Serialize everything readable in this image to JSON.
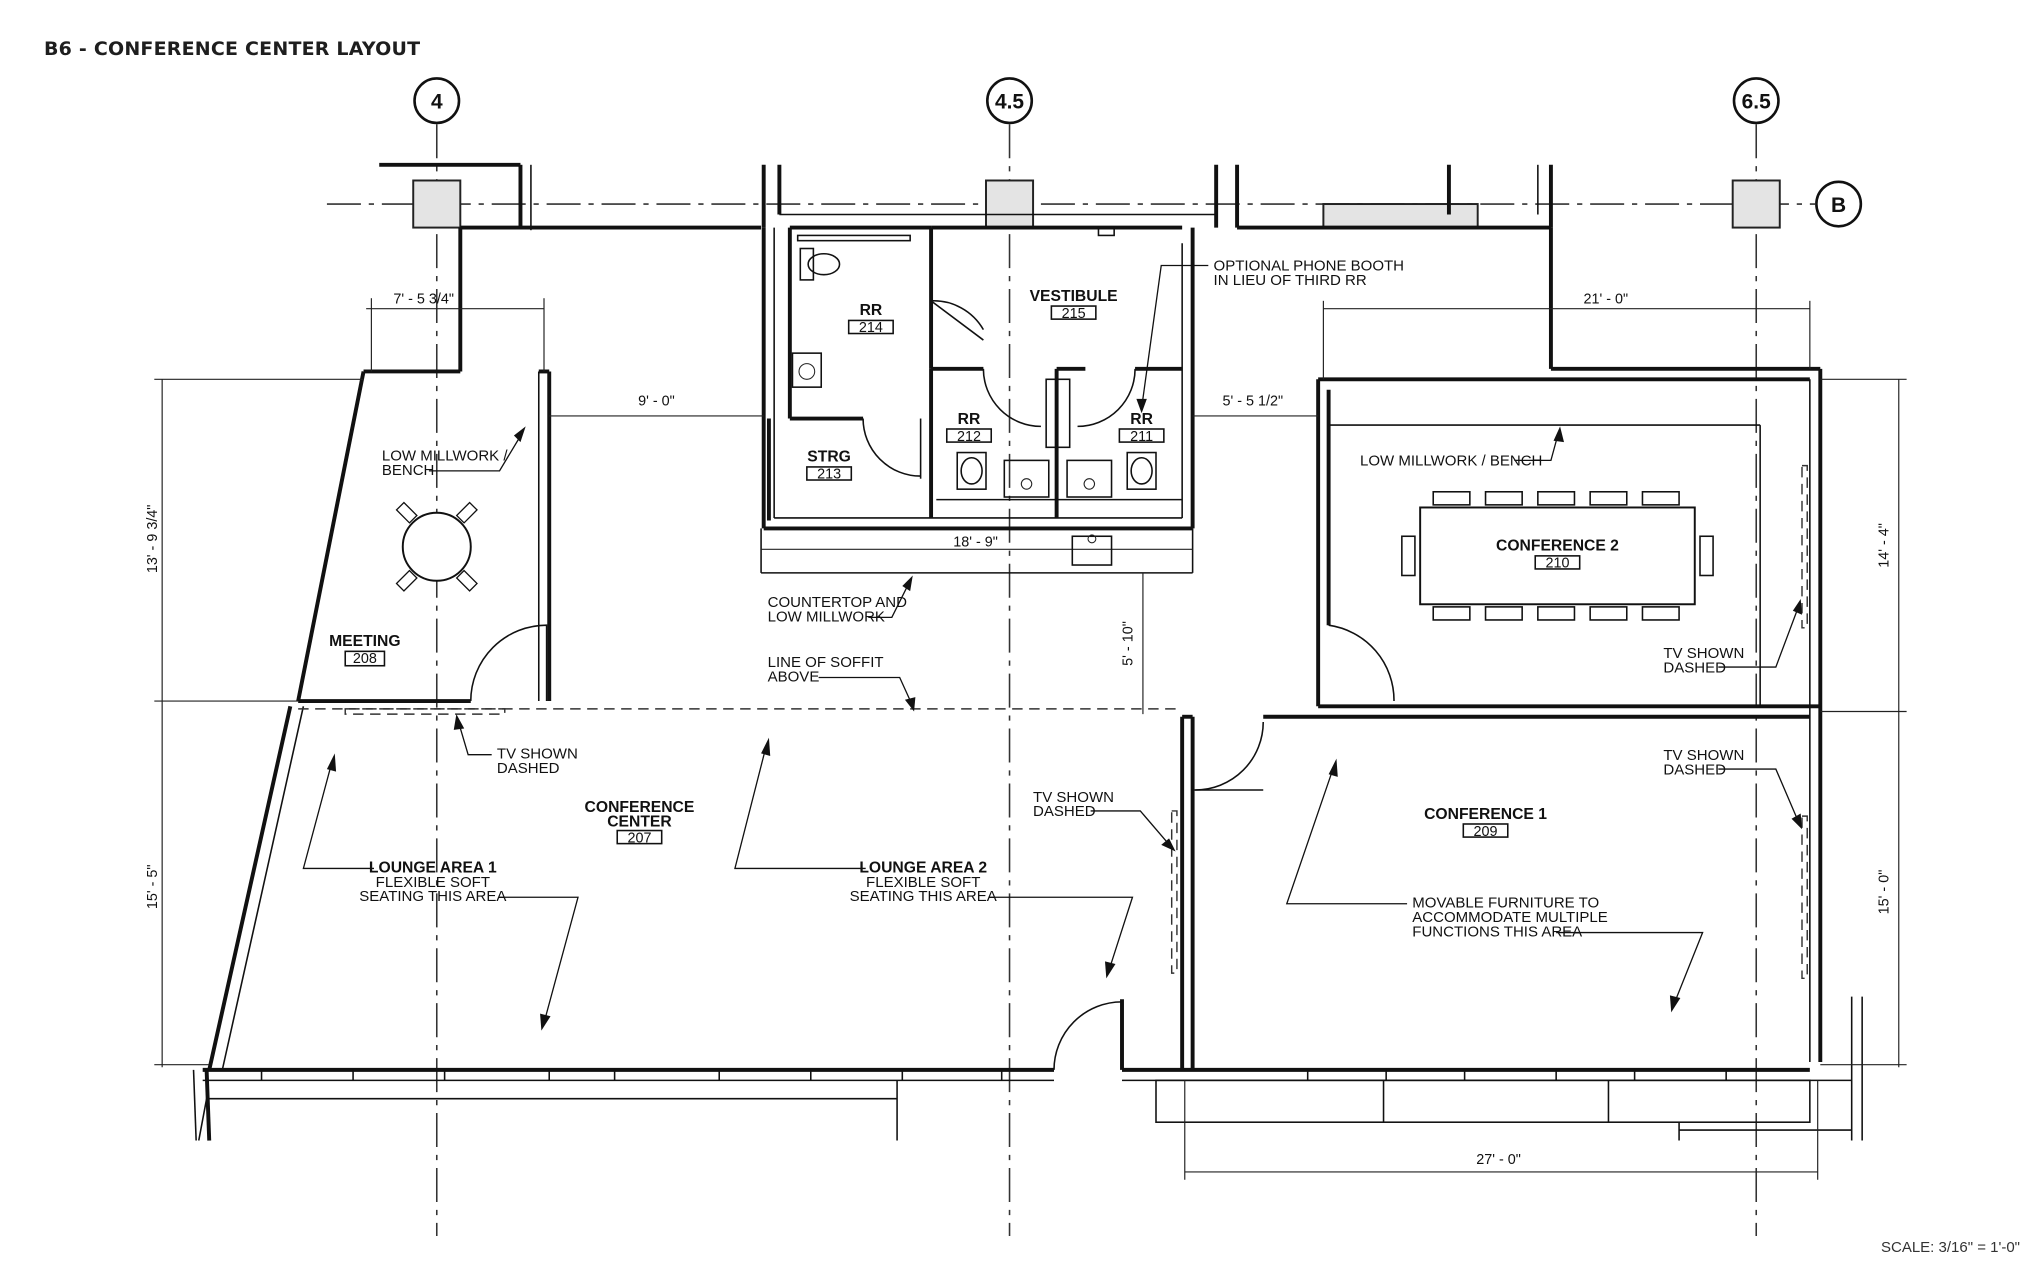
{
  "title": "B6 - CONFERENCE CENTER LAYOUT",
  "scale": "SCALE: 3/16\" = 1'-0\"",
  "grid_bubbles": {
    "g4": "4",
    "g45": "4.5",
    "g65": "6.5",
    "gB": "B"
  },
  "rooms": {
    "rr214": {
      "name": "RR",
      "number": "214"
    },
    "vestibule": {
      "name": "VESTIBULE",
      "number": "215"
    },
    "rr212": {
      "name": "RR",
      "number": "212"
    },
    "rr211": {
      "name": "RR",
      "number": "211"
    },
    "strg": {
      "name": "STRG",
      "number": "213"
    },
    "meeting": {
      "name": "MEETING",
      "number": "208"
    },
    "conf_center": {
      "name1": "CONFERENCE",
      "name2": "CENTER",
      "number": "207"
    },
    "conf2": {
      "name": "CONFERENCE 2",
      "number": "210"
    },
    "conf1": {
      "name": "CONFERENCE 1",
      "number": "209"
    }
  },
  "notes": {
    "phone1": "OPTIONAL PHONE BOOTH",
    "phone2": "IN LIEU OF THIRD RR",
    "millwork_l1": "LOW MILLWORK /",
    "millwork_l2": "BENCH",
    "millwork_r": "LOW MILLWORK / BENCH",
    "counter1": "COUNTERTOP AND",
    "counter2": "LOW MILLWORK",
    "soffit1": "LINE OF SOFFIT",
    "soffit2": "ABOVE",
    "tv1": "TV SHOWN",
    "tv2": "DASHED",
    "lounge1_a": "LOUNGE AREA 1",
    "lounge1_b": "FLEXIBLE SOFT",
    "lounge1_c": "SEATING THIS AREA",
    "lounge2_a": "LOUNGE AREA 2",
    "lounge2_b": "FLEXIBLE SOFT",
    "lounge2_c": "SEATING THIS AREA",
    "movable1": "MOVABLE FURNITURE TO",
    "movable2": "ACCOMMODATE MULTIPLE",
    "movable3": "FUNCTIONS THIS AREA"
  },
  "dimensions": {
    "d1": "7' - 5 3/4\"",
    "d2": "9' - 0\"",
    "d3": "13' - 9 3/4\"",
    "d4": "18' - 9\"",
    "d5": "5' - 10\"",
    "d6": "5' - 5 1/2\"",
    "d7": "21' - 0\"",
    "d8": "14' - 4\"",
    "d9": "15' - 5\"",
    "d10": "15' - 0\"",
    "d11": "27' - 0\""
  }
}
